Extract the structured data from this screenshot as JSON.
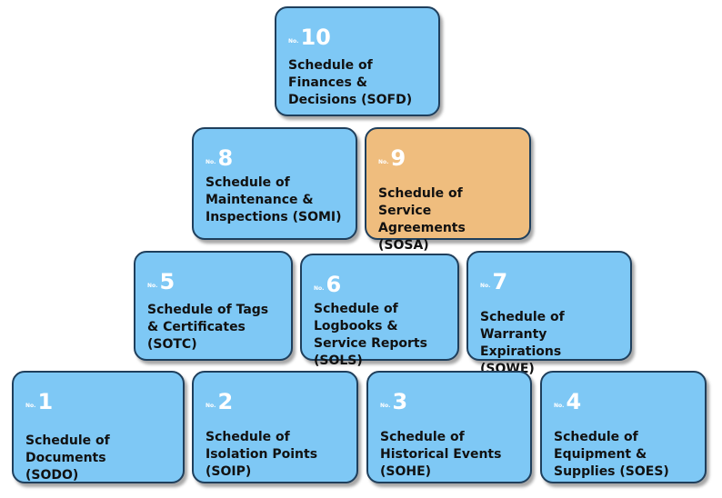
{
  "num_prefix": "No.",
  "boxes": [
    {
      "id": "10",
      "number": "10",
      "label": "Schedule of Finances & Decisions (SOFD)",
      "color": "#7ec8f5"
    },
    {
      "id": "8",
      "number": "8",
      "label": "Schedule of Maintenance & Inspections (SOMI)",
      "color": "#7ec8f5"
    },
    {
      "id": "9",
      "number": "9",
      "label": "Schedule of Service Agreements (SOSA)",
      "color": "#efbd7e"
    },
    {
      "id": "5",
      "number": "5",
      "label": "Schedule of Tags & Certificates (SOTC)",
      "color": "#7ec8f5"
    },
    {
      "id": "6",
      "number": "6",
      "label": "Schedule of Logbooks & Service Reports (SOLS)",
      "color": "#7ec8f5"
    },
    {
      "id": "7",
      "number": "7",
      "label": "Schedule of Warranty Expirations (SOWE)",
      "color": "#7ec8f5"
    },
    {
      "id": "1",
      "number": "1",
      "label": "Schedule of Documents (SODO)",
      "color": "#7ec8f5"
    },
    {
      "id": "2",
      "number": "2",
      "label": "Schedule of Isolation Points (SOIP)",
      "color": "#7ec8f5"
    },
    {
      "id": "3",
      "number": "3",
      "label": "Schedule of Historical Events (SOHE)",
      "color": "#7ec8f5"
    },
    {
      "id": "4",
      "number": "4",
      "label": "Schedule of Equipment & Supplies (SOES)",
      "color": "#7ec8f5"
    }
  ]
}
